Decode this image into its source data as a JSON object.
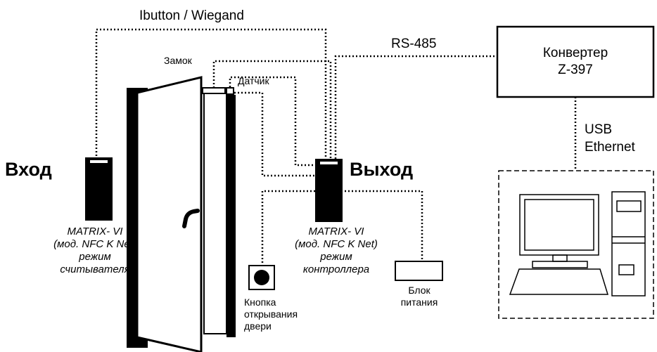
{
  "labels": {
    "ibutton_wiegand": "Ibutton / Wiegand",
    "rs485": "RS-485",
    "zamok": "Замок",
    "datchik": "Датчик",
    "vhod": "Вход",
    "vyhod": "Выход",
    "usb": "USB",
    "ethernet": "Ethernet"
  },
  "converter": {
    "line1": "Конвертер",
    "line2": "Z-397"
  },
  "reader_in": {
    "line1": "MATRIX- VI",
    "line2": "(мод. NFC K Net)",
    "line3": "режим",
    "line4": "считывателя"
  },
  "reader_out": {
    "line1": "MATRIX- VI",
    "line2": "(мод. NFC K Net)",
    "line3": "режим",
    "line4": "контроллера"
  },
  "button": {
    "line1": "Кнопка",
    "line2": "открывания",
    "line3": "двери"
  },
  "power": {
    "line1": "Блок",
    "line2": "питания"
  }
}
